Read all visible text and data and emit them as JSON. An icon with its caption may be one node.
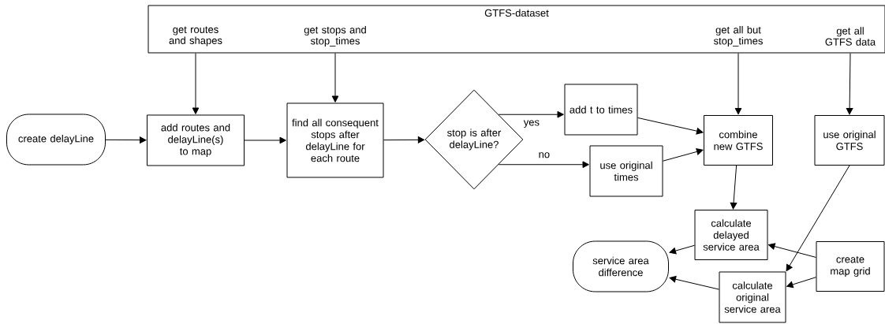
{
  "diagram": {
    "nodes": [
      {
        "text": [
          "GTFS-dataset"
        ]
      },
      {
        "text": [
          "get routes and shapes"
        ],
        "in": 0
      },
      {
        "text": [
          "get stops and stop_times"
        ],
        "in": 0
      },
      {
        "text": [
          "get all but stop_times"
        ],
        "in": 0
      },
      {
        "text": [
          "get all GTFS data"
        ],
        "in": 0
      },
      {
        "text": [
          "create delayLine"
        ]
      },
      {
        "text": [
          "add routes and delayLine(s) to map"
        ]
      },
      {
        "text": [
          "find all consequent stops after delayLine for each route"
        ]
      },
      {
        "text": [
          "stop is after delayLine?"
        ]
      },
      {
        "text": [
          "add t to times"
        ]
      },
      {
        "text": [
          "use original times"
        ]
      },
      {
        "text": [
          "combine new GTFS"
        ]
      },
      {
        "text": [
          "use original GTFS"
        ]
      },
      {
        "text": [
          "calculate delayed service area"
        ]
      },
      {
        "text": [
          "service area difference"
        ]
      },
      {
        "text": [
          "create map grid"
        ]
      },
      {
        "text": [
          "calculate original service area"
        ]
      }
    ],
    "edges": [
      {
        "from": 1,
        "to": 6,
        "arrow": "to"
      },
      {
        "from": 2,
        "to": 7,
        "arrow": "to"
      },
      {
        "from": 3,
        "to": 11,
        "arrow": "to"
      },
      {
        "from": 4,
        "to": 12,
        "arrow": "to"
      },
      {
        "from": 5,
        "to": 6,
        "arrow": "to"
      },
      {
        "from": 6,
        "to": 7,
        "arrow": "to"
      },
      {
        "from": 7,
        "to": 8,
        "arrow": "to"
      },
      {
        "from": 8,
        "to": 9,
        "arrow": "to",
        "label": "yes"
      },
      {
        "from": 8,
        "to": 10,
        "arrow": "to",
        "label": "no"
      },
      {
        "from": 9,
        "to": 11,
        "arrow": "to"
      },
      {
        "from": 10,
        "to": 11,
        "arrow": "to"
      },
      {
        "from": 11,
        "to": 13,
        "arrow": "to"
      },
      {
        "from": 12,
        "to": 16,
        "arrow": "to"
      },
      {
        "from": 15,
        "to": 13,
        "arrow": "to"
      },
      {
        "from": 15,
        "to": 16,
        "arrow": "to"
      },
      {
        "from": 13,
        "to": 14,
        "arrow": "to"
      },
      {
        "from": 16,
        "to": 14,
        "arrow": "to"
      }
    ]
  }
}
